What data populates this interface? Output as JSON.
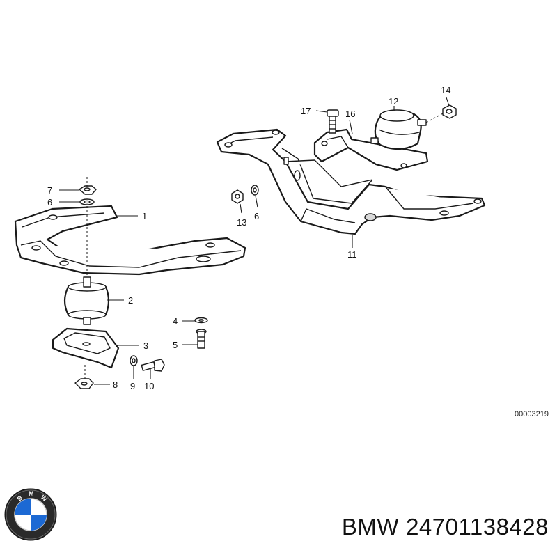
{
  "callouts": {
    "c1": "1",
    "c2": "2",
    "c3": "3",
    "c4": "4",
    "c5": "5",
    "c6a": "6",
    "c6b": "6",
    "c7": "7",
    "c8": "8",
    "c9": "9",
    "c10": "10",
    "c11": "11",
    "c12": "12",
    "c13": "13",
    "c14": "14",
    "c16": "16",
    "c17": "17"
  },
  "diagram_ref": "00003219",
  "caption": {
    "brand": "BMW",
    "part_number": "24701138428"
  },
  "logo": {
    "text": "BMW",
    "icon": "bmw-roundel-icon",
    "colors": {
      "blue": "#1c69d4",
      "ring": "#111111"
    }
  }
}
